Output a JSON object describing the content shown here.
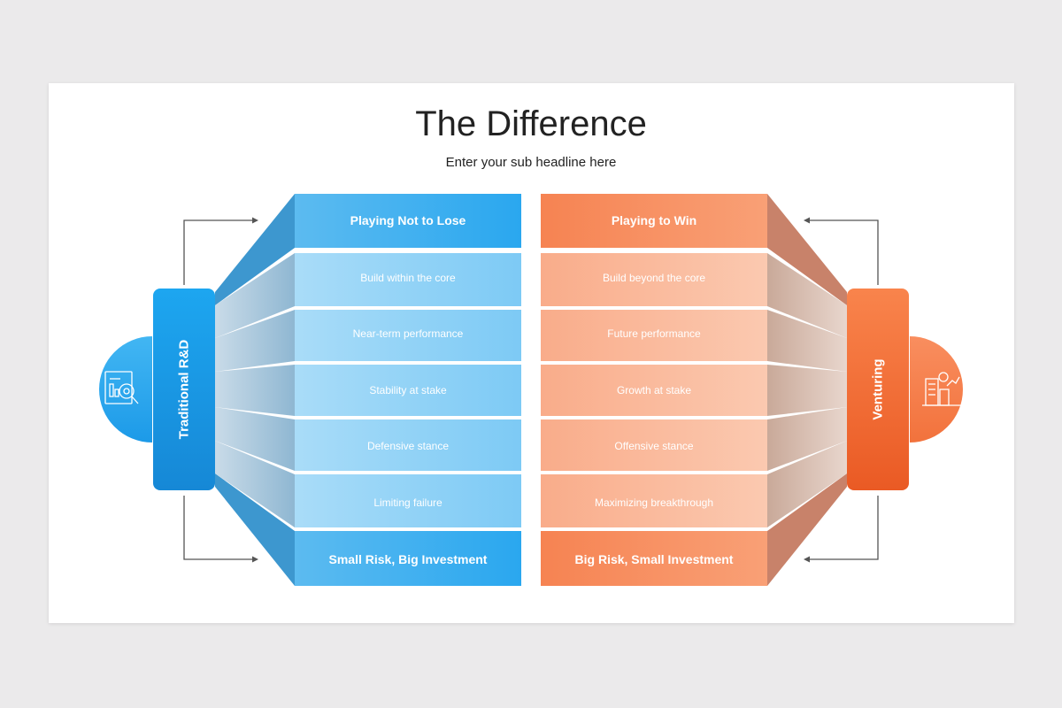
{
  "title": "The Difference",
  "subtitle": "Enter your sub headline here",
  "left": {
    "label": "Traditional R&D",
    "header": "Playing Not to Lose",
    "items": [
      "Build within the core",
      "Near-term performance",
      "Stability at stake",
      "Defensive stance",
      "Limiting failure"
    ],
    "footer": "Small Risk, Big Investment",
    "color": "#1e9ee8",
    "icon": "research-analytics-icon"
  },
  "right": {
    "label": "Venturing",
    "header": "Playing to Win",
    "items": [
      "Build beyond the core",
      "Future performance",
      "Growth at stake",
      "Offensive stance",
      "Maximizing breakthrough"
    ],
    "footer": "Big Risk, Small Investment",
    "color": "#f47a44",
    "icon": "city-growth-icon"
  }
}
